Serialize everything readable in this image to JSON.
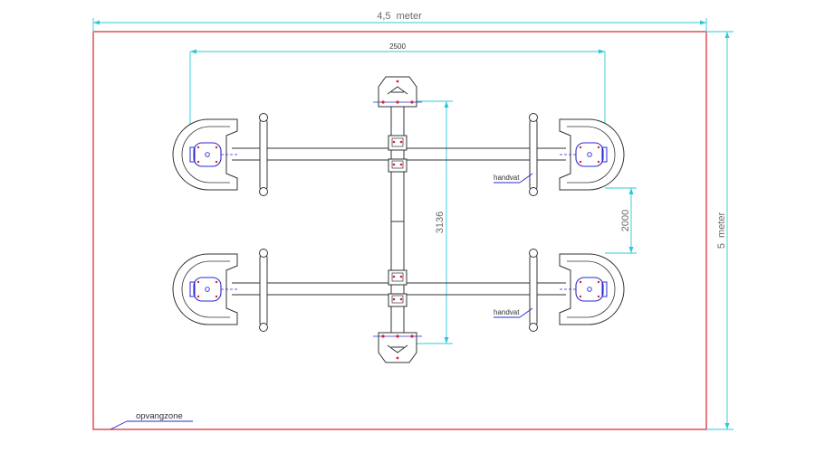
{
  "drawing": {
    "width_label": "4,5  meter",
    "height_label": "5  meter",
    "span_label": "2500",
    "length_label": "3136",
    "gap_label": "2000",
    "handle_labels": [
      "handvat",
      "handvat"
    ],
    "zone_label": "opvangzone"
  },
  "colors": {
    "boundary": "#e0202a",
    "dimension": "#2ec8d8",
    "structure": "#333333",
    "seat_detail": "#2a2ad0",
    "bolt": "#e0202a",
    "leader": "#2a2ad0"
  },
  "icons": [
    "seat-icon",
    "handle-icon",
    "pivot-icon"
  ]
}
